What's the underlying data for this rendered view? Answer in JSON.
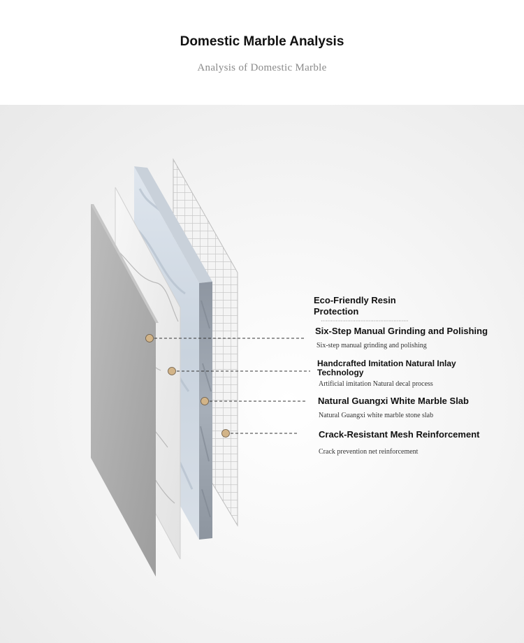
{
  "header": {
    "title": "Domestic Marble Analysis",
    "subtitle": "Analysis of Domestic Marble"
  },
  "layers": [
    {
      "title": "Eco-Friendly Resin Protection",
      "subtitle": ""
    },
    {
      "title": "Six-Step Manual Grinding and Polishing",
      "subtitle": "Six-step manual grinding and polishing"
    },
    {
      "title": "Handcrafted Imitation Natural Inlay Technology",
      "subtitle": "Artificial imitation Natural decal process"
    },
    {
      "title": "Natural Guangxi White Marble Slab",
      "subtitle": "Natural Guangxi white marble stone slab"
    },
    {
      "title": "Crack-Resistant Mesh Reinforcement",
      "subtitle": "Crack prevention net reinforcement"
    }
  ],
  "colors": {
    "marker": "#d2b488",
    "leader": "#333333",
    "gray_panel": "#a7a7a7"
  }
}
